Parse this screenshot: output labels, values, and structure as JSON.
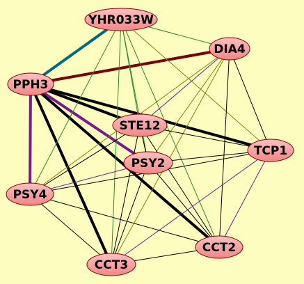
{
  "graph": {
    "background": "#fdfdbf",
    "node_fill": "#f79a9a",
    "node_stroke": "#8b0000",
    "edge_colors": {
      "green": "#2e8b2e",
      "olive": "#7a8a00",
      "purple": "#7b1a8b",
      "black": "#000000",
      "teal": "#006a80",
      "maroon": "#7a0000"
    },
    "nodes": [
      {
        "id": "YHR033W",
        "label": "YHR033W"
      },
      {
        "id": "DIA4",
        "label": "DIA4"
      },
      {
        "id": "PPH3",
        "label": "PPH3"
      },
      {
        "id": "STE12",
        "label": "STE12"
      },
      {
        "id": "TCP1",
        "label": "TCP1"
      },
      {
        "id": "PSY2",
        "label": "PSY2"
      },
      {
        "id": "PSY4",
        "label": "PSY4"
      },
      {
        "id": "CCT2",
        "label": "CCT2"
      },
      {
        "id": "CCT3",
        "label": "CCT3"
      }
    ],
    "edges": [
      {
        "source": "YHR033W",
        "target": "PPH3",
        "color": "teal",
        "weight": "heavy"
      },
      {
        "source": "PPH3",
        "target": "DIA4",
        "color": "maroon",
        "weight": "heavy"
      },
      {
        "source": "PPH3",
        "target": "STE12",
        "color": "black",
        "weight": "heavy"
      },
      {
        "source": "PPH3",
        "target": "TCP1",
        "color": "black",
        "weight": "heavy"
      },
      {
        "source": "PPH3",
        "target": "PSY2",
        "color": "purple",
        "weight": "heavy"
      },
      {
        "source": "PPH3",
        "target": "PSY4",
        "color": "purple",
        "weight": "heavy"
      },
      {
        "source": "PPH3",
        "target": "CCT2",
        "color": "black",
        "weight": "heavy"
      },
      {
        "source": "PPH3",
        "target": "CCT3",
        "color": "black",
        "weight": "heavy"
      },
      {
        "source": "YHR033W",
        "target": "DIA4",
        "color": "green",
        "weight": "light"
      },
      {
        "source": "YHR033W",
        "target": "STE12",
        "color": "green",
        "weight": "light"
      },
      {
        "source": "YHR033W",
        "target": "PSY2",
        "color": "green",
        "weight": "light"
      },
      {
        "source": "YHR033W",
        "target": "PSY4",
        "color": "green",
        "weight": "light"
      },
      {
        "source": "YHR033W",
        "target": "CCT3",
        "color": "green",
        "weight": "light"
      },
      {
        "source": "YHR033W",
        "target": "CCT2",
        "color": "green",
        "weight": "light"
      },
      {
        "source": "YHR033W",
        "target": "TCP1",
        "color": "olive",
        "weight": "light"
      },
      {
        "source": "DIA4",
        "target": "STE12",
        "color": "purple",
        "weight": "light"
      },
      {
        "source": "DIA4",
        "target": "PSY2",
        "color": "olive",
        "weight": "light"
      },
      {
        "source": "DIA4",
        "target": "PSY4",
        "color": "olive",
        "weight": "light"
      },
      {
        "source": "DIA4",
        "target": "TCP1",
        "color": "black",
        "weight": "light"
      },
      {
        "source": "DIA4",
        "target": "CCT2",
        "color": "black",
        "weight": "light"
      },
      {
        "source": "DIA4",
        "target": "CCT3",
        "color": "olive",
        "weight": "light"
      },
      {
        "source": "STE12",
        "target": "TCP1",
        "color": "black",
        "weight": "light"
      },
      {
        "source": "STE12",
        "target": "PSY2",
        "color": "black",
        "weight": "light"
      },
      {
        "source": "STE12",
        "target": "PSY4",
        "color": "black",
        "weight": "light"
      },
      {
        "source": "STE12",
        "target": "CCT2",
        "color": "black",
        "weight": "light"
      },
      {
        "source": "STE12",
        "target": "CCT3",
        "color": "black",
        "weight": "light"
      },
      {
        "source": "PSY2",
        "target": "TCP1",
        "color": "black",
        "weight": "light"
      },
      {
        "source": "PSY2",
        "target": "PSY4",
        "color": "purple",
        "weight": "light"
      },
      {
        "source": "PSY2",
        "target": "CCT2",
        "color": "black",
        "weight": "light"
      },
      {
        "source": "PSY2",
        "target": "CCT3",
        "color": "black",
        "weight": "light"
      },
      {
        "source": "TCP1",
        "target": "PSY4",
        "color": "black",
        "weight": "light"
      },
      {
        "source": "TCP1",
        "target": "CCT2",
        "color": "purple",
        "weight": "light"
      },
      {
        "source": "TCP1",
        "target": "CCT3",
        "color": "purple",
        "weight": "light"
      },
      {
        "source": "PSY4",
        "target": "CCT2",
        "color": "black",
        "weight": "light"
      },
      {
        "source": "PSY4",
        "target": "CCT3",
        "color": "black",
        "weight": "light"
      },
      {
        "source": "CCT3",
        "target": "CCT2",
        "color": "black",
        "weight": "light"
      }
    ]
  }
}
